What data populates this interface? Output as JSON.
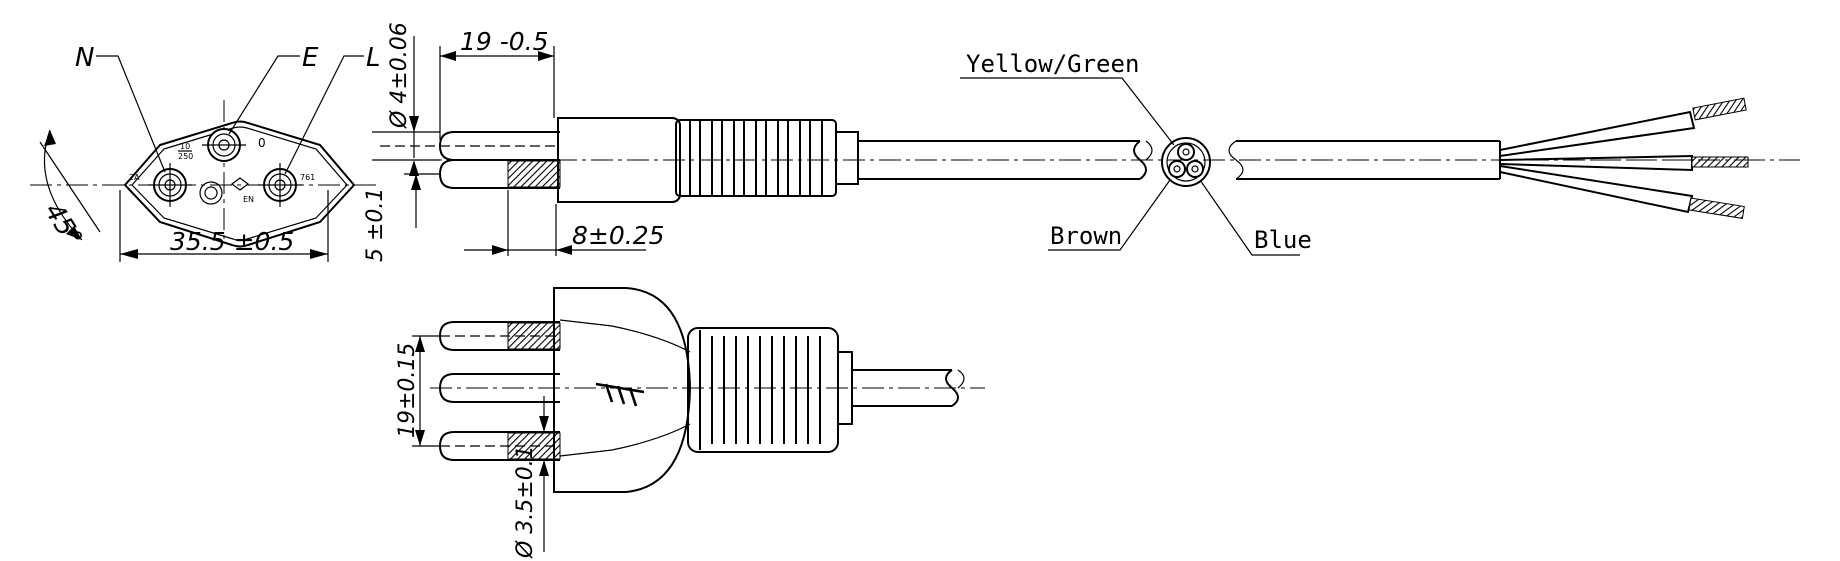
{
  "socket_labels": {
    "neutral": "N",
    "earth": "E",
    "line": "L"
  },
  "socket_face_marks": {
    "current": "2A",
    "fraction_top": "10",
    "fraction_bottom": "250",
    "zero": "0",
    "code": "761",
    "cert": "EN"
  },
  "angle": "45°",
  "dimensions": {
    "face_width": "35.5 ±0.5",
    "pin_length": "19 -0.5",
    "pin_diameter": "Ø 4±0.06",
    "pin_offset": "5 ±0.1",
    "insulation_length": "8±0.25",
    "pin_spacing": "19±0.15",
    "insulated_pin_diameter": "Ø 3.5±0.1"
  },
  "wires": {
    "earth": "Yellow/Green",
    "live": "Brown",
    "neutral": "Blue"
  }
}
